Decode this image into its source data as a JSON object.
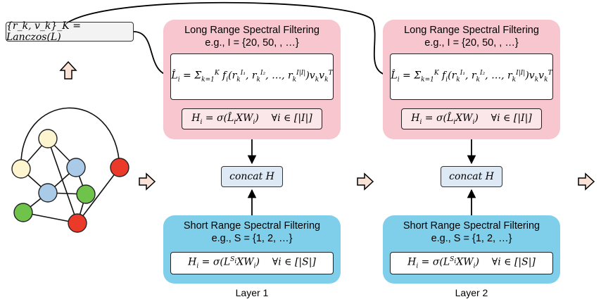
{
  "lanczos": {
    "label": "{r_k, v_k}_K = Lanczos(L)"
  },
  "layers": [
    {
      "label": "Layer 1",
      "long": {
        "title": "Long Range Spectral Filtering",
        "eg": "e.g., I = {20, 50, , …}"
      },
      "short": {
        "title": "Short Range Spectral Filtering",
        "eg": "e.g., S = {1, 2, …}"
      },
      "concat": "concat H"
    },
    {
      "label": "Layer 2",
      "long": {
        "title": "Long Range Spectral Filtering",
        "eg": "e.g., I = {20, 50, , …}"
      },
      "short": {
        "title": "Short Range Spectral Filtering",
        "eg": "e.g., S = {1, 2, …}"
      },
      "concat": "concat H"
    }
  ],
  "colors": {
    "long_panel": "#f8c6cf",
    "short_panel": "#7fcfea",
    "node_yellow": "#fdf5d0",
    "node_blue": "#a9cbe8",
    "node_green": "#6fc24a",
    "node_red": "#ec3a2a",
    "arrow_fill": "#fbe2d6"
  }
}
